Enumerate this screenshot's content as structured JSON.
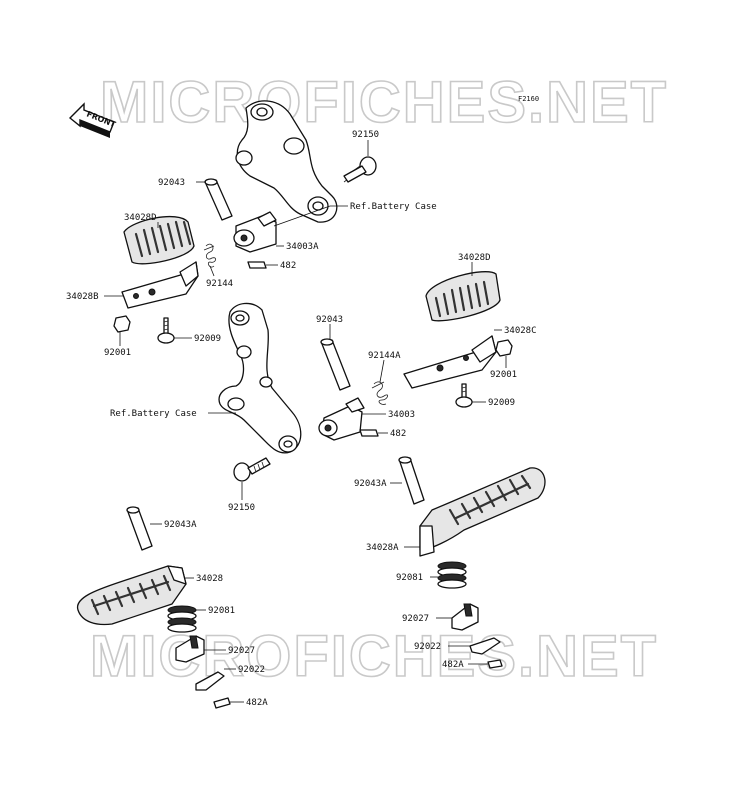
{
  "figure_code": "F2160",
  "front_label": "FRONT",
  "watermarks": [
    "MICROFICHES.NET",
    "MICROFICHES.NET"
  ],
  "callouts": {
    "c92150_top": "92150",
    "c92043_top": "92043",
    "c_ref_battery_top": "Ref.Battery Case",
    "c34028D_left": "34028D",
    "c34003A": "34003A",
    "c482_top": "482",
    "c92144": "92144",
    "c34028B": "34028B",
    "c92009_left": "92009",
    "c92001_left": "92001",
    "c34028D_right": "34028D",
    "c92043_mid": "92043",
    "c34028C": "34028C",
    "c92144A": "92144A",
    "c92001_right": "92001",
    "c92009_right": "92009",
    "c_ref_battery_mid": "Ref.Battery Case",
    "c34003": "34003",
    "c482_mid": "482",
    "c92150_bottom": "92150",
    "c92043A_right": "92043A",
    "c34028A": "34028A",
    "c92043A_left": "92043A",
    "c34028": "34028",
    "c92081_right": "92081",
    "c92081_left": "92081",
    "c92027_right": "92027",
    "c92027_left": "92027",
    "c92022_right": "92022",
    "c92022_left": "92022",
    "c482A_right": "482A",
    "c482A_left": "482A"
  }
}
